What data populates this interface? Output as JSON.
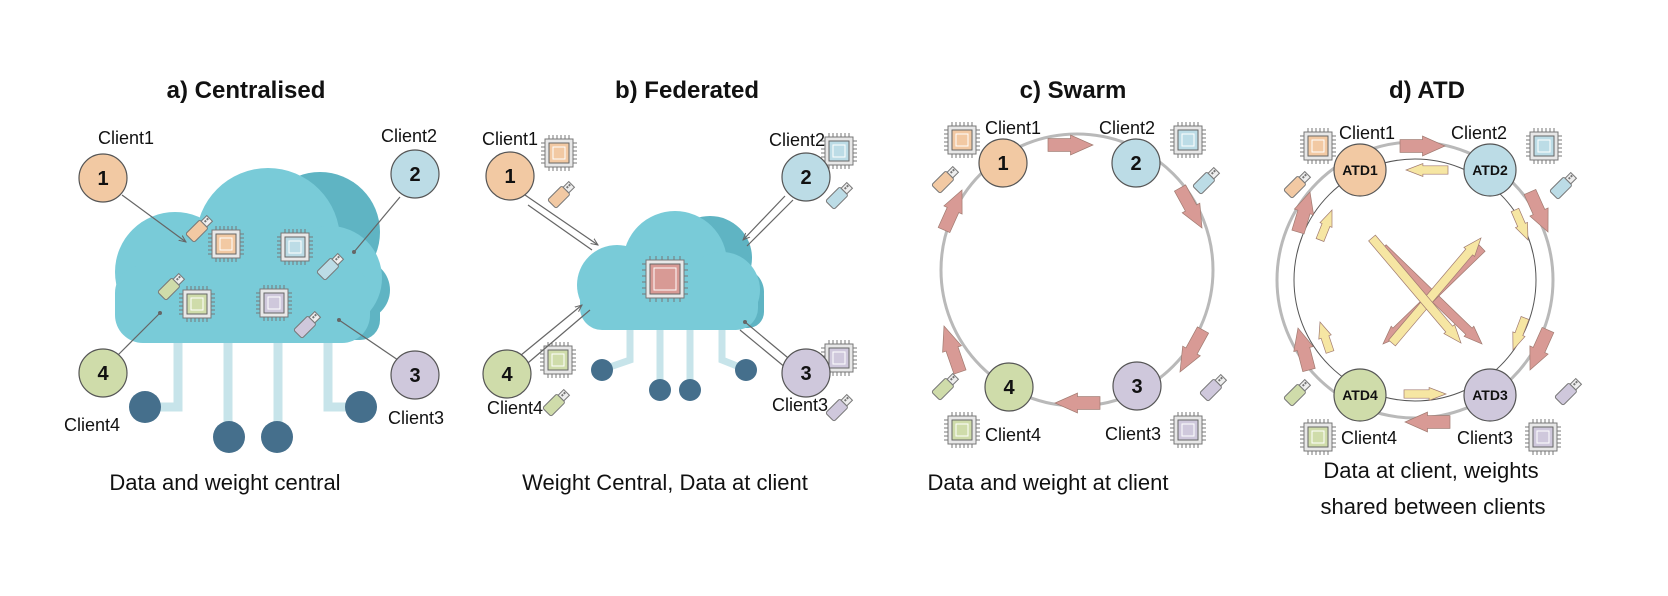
{
  "colors": {
    "client1": "#f2c9a3",
    "client2": "#bcdce6",
    "client3": "#cfc8dc",
    "client4": "#cfdcaa",
    "cloud": "#79cbd8",
    "cloud_dark": "#5fb4c3",
    "pipe": "#c7e4ea",
    "dot": "#456f8c",
    "arrow_red": "#d89a95",
    "arrow_yellow": "#f6e6a3",
    "ring": "#b9b9b9"
  },
  "panels": [
    {
      "title": "a) Centralised",
      "caption": [
        "Data and weight central"
      ],
      "clients": [
        {
          "num": "1",
          "label": "Client1"
        },
        {
          "num": "2",
          "label": "Client2"
        },
        {
          "num": "3",
          "label": "Client3"
        },
        {
          "num": "4",
          "label": "Client4"
        }
      ]
    },
    {
      "title": "b) Federated",
      "caption": [
        "Weight Central, Data at client"
      ],
      "clients": [
        {
          "num": "1",
          "label": "Client1"
        },
        {
          "num": "2",
          "label": "Client2"
        },
        {
          "num": "3",
          "label": "Client3"
        },
        {
          "num": "4",
          "label": "Client4"
        }
      ]
    },
    {
      "title": "c) Swarm",
      "caption": [
        "Data and weight at client"
      ],
      "clients": [
        {
          "num": "1",
          "label": "Client1"
        },
        {
          "num": "2",
          "label": "Client2"
        },
        {
          "num": "3",
          "label": "Client3"
        },
        {
          "num": "4",
          "label": "Client4"
        }
      ]
    },
    {
      "title": "d) ATD",
      "caption": [
        "Data at client, weights",
        "shared between clients"
      ],
      "clients": [
        {
          "num": "ATD1",
          "label": "Client1"
        },
        {
          "num": "ATD2",
          "label": "Client2"
        },
        {
          "num": "ATD3",
          "label": "Client3"
        },
        {
          "num": "ATD4",
          "label": "Client4"
        }
      ]
    }
  ]
}
